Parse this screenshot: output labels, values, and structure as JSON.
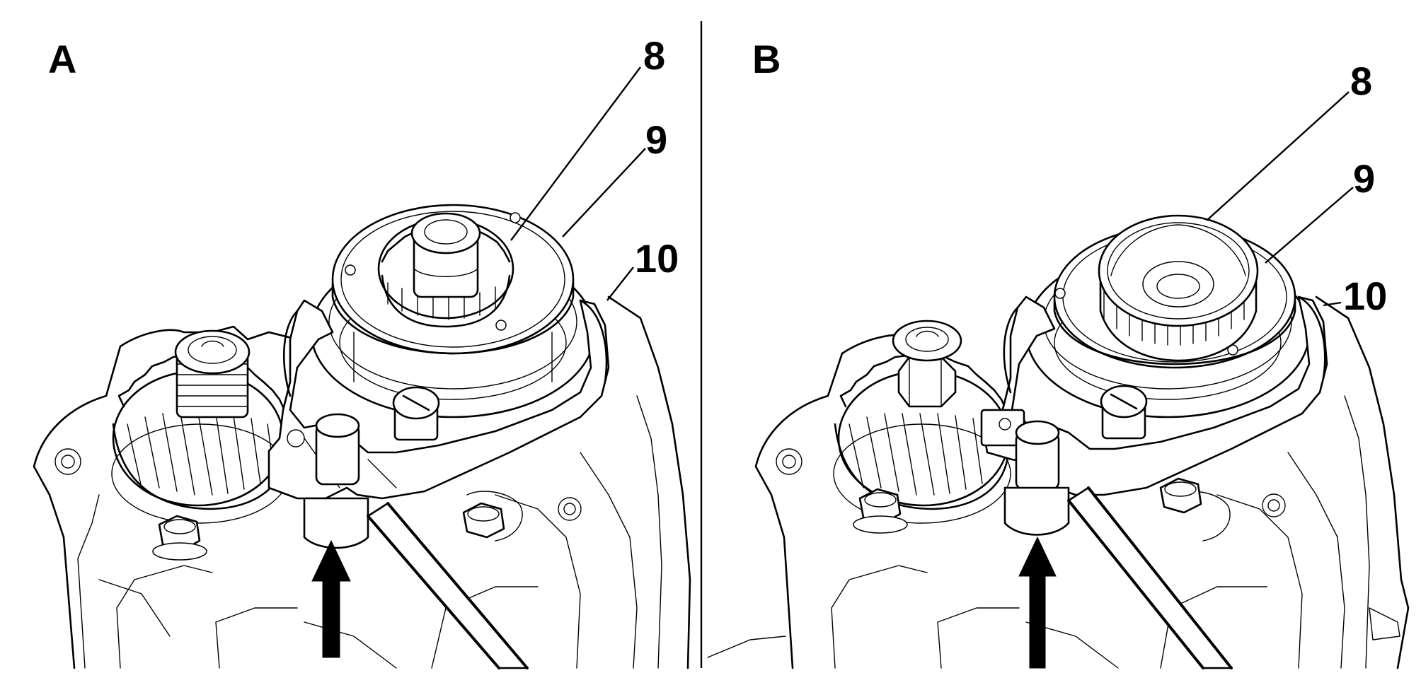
{
  "panels": [
    {
      "id": "A",
      "letter": "A",
      "callouts": [
        {
          "label": "8"
        },
        {
          "label": "9"
        },
        {
          "label": "10"
        }
      ]
    },
    {
      "id": "B",
      "letter": "B",
      "callouts": [
        {
          "label": "8"
        },
        {
          "label": "9"
        },
        {
          "label": "10"
        }
      ]
    }
  ]
}
